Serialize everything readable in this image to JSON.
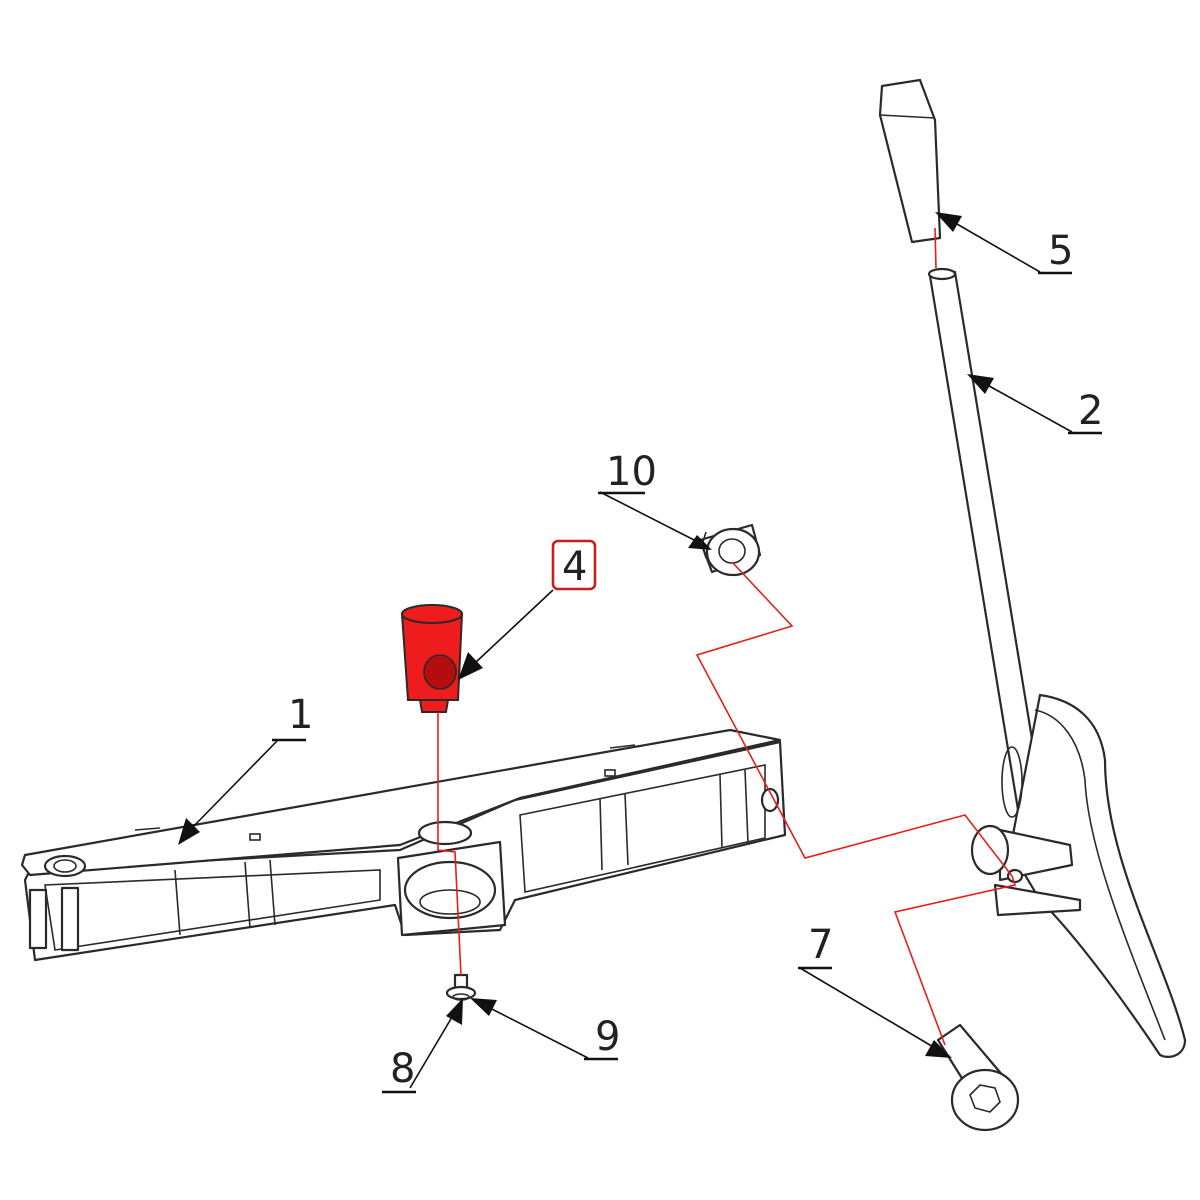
{
  "diagram": {
    "highlight_color": "#ee1c1c",
    "highlighted_part": "4",
    "callouts": [
      {
        "id": "1",
        "label": "1"
      },
      {
        "id": "2",
        "label": "2"
      },
      {
        "id": "4",
        "label": "4"
      },
      {
        "id": "5",
        "label": "5"
      },
      {
        "id": "7",
        "label": "7"
      },
      {
        "id": "8",
        "label": "8"
      },
      {
        "id": "9",
        "label": "9"
      },
      {
        "id": "10",
        "label": "10"
      }
    ]
  }
}
